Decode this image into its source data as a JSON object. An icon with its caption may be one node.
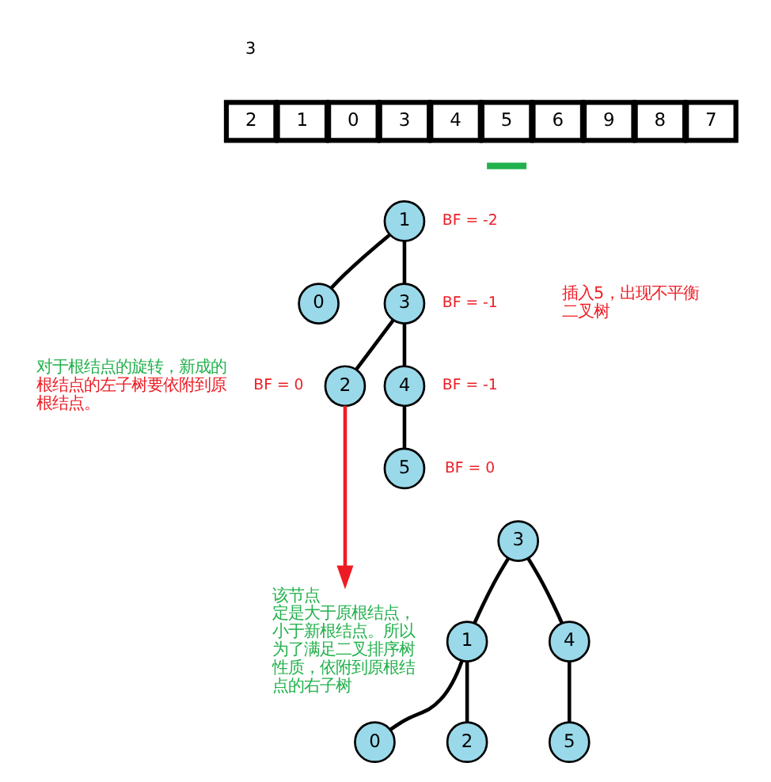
{
  "diagram": {
    "nodes": [
      {
        "text": [
          "2"
        ]
      },
      {
        "text": [
          "1"
        ]
      },
      {
        "text": [
          "0"
        ]
      },
      {
        "text": [
          "3"
        ]
      },
      {
        "text": [
          "4"
        ]
      },
      {
        "text": [
          "5"
        ]
      },
      {
        "text": [
          "6"
        ]
      },
      {
        "text": [
          "9"
        ]
      },
      {
        "text": [
          "8"
        ]
      },
      {
        "text": [
          "7"
        ]
      },
      {
        "text": [
          "1"
        ],
        "beside": [
          "BF = -2"
        ]
      },
      {
        "text": [
          "0"
        ]
      },
      {
        "text": [
          "3"
        ],
        "beside": [
          "BF = -1"
        ]
      },
      {
        "text": [
          "2"
        ],
        "beside": [
          "BF = 0"
        ]
      },
      {
        "text": [
          "4"
        ],
        "beside": [
          "BF = -1"
        ]
      },
      {
        "text": [
          "5"
        ],
        "beside": [
          "BF = 0"
        ]
      },
      {
        "text": [
          "该节点定是大于原根结点，小于新根结点。所以为了满足二叉排序树性质，依附到原根结点的右子树"
        ]
      },
      {
        "text": [
          "3"
        ]
      },
      {
        "text": [
          "1"
        ]
      },
      {
        "text": [
          "4"
        ]
      },
      {
        "text": [
          "0"
        ]
      },
      {
        "text": [
          "2"
        ]
      },
      {
        "text": [
          "5"
        ]
      }
    ],
    "edges": [
      {
        "from": 10,
        "to": 11,
        "arrow": "none"
      },
      {
        "from": 10,
        "to": 12,
        "arrow": "none"
      },
      {
        "from": 12,
        "to": 13,
        "arrow": "none"
      },
      {
        "from": 12,
        "to": 14,
        "arrow": "none"
      },
      {
        "from": 14,
        "to": 15,
        "arrow": "none"
      },
      {
        "from": 13,
        "to": 16,
        "arrow": "to",
        "color": "#ed1c24"
      },
      {
        "from": 17,
        "to": 18,
        "arrow": "none"
      },
      {
        "from": 17,
        "to": 19,
        "arrow": "none"
      },
      {
        "from": 18,
        "to": 20,
        "arrow": "none"
      },
      {
        "from": 18,
        "to": 21,
        "arrow": "none"
      },
      {
        "from": 19,
        "to": 22,
        "arrow": "none"
      }
    ],
    "labels": [
      "3",
      "插入5，出现不平衡二叉树",
      "对于根结点的旋转，新成的根结点的左子树要依附到原根结点。"
    ]
  }
}
